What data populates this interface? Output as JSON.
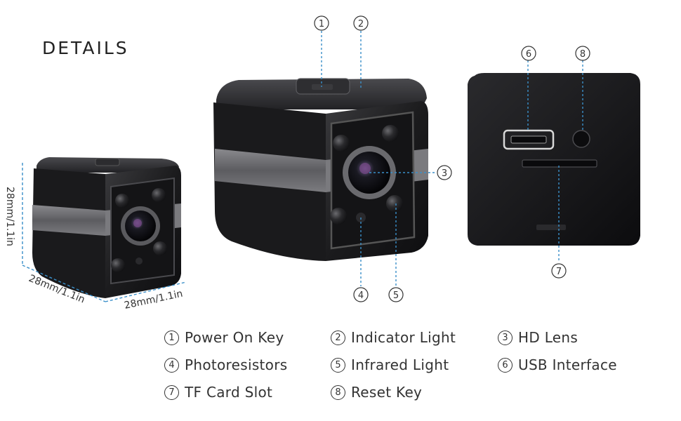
{
  "title": "DETAILS",
  "dimensions": {
    "height": "28mm/1.1in",
    "depth": "28mm/1.1in",
    "width": "28mm/1.1in"
  },
  "callouts": [
    "1",
    "2",
    "3",
    "4",
    "5",
    "6",
    "7",
    "8"
  ],
  "legend": [
    {
      "num": "1",
      "label": "Power On Key"
    },
    {
      "num": "2",
      "label": "Indicator Light"
    },
    {
      "num": "3",
      "label": "HD Lens"
    },
    {
      "num": "4",
      "label": "Photoresistors"
    },
    {
      "num": "5",
      "label": "Infrared Light"
    },
    {
      "num": "6",
      "label": "USB Interface"
    },
    {
      "num": "7",
      "label": "TF Card Slot"
    },
    {
      "num": "8",
      "label": "Reset Key"
    }
  ],
  "colors": {
    "body": "#1c1c1e",
    "band": "#6b6b6e",
    "leader": "#3a8fc9",
    "text": "#333333"
  }
}
